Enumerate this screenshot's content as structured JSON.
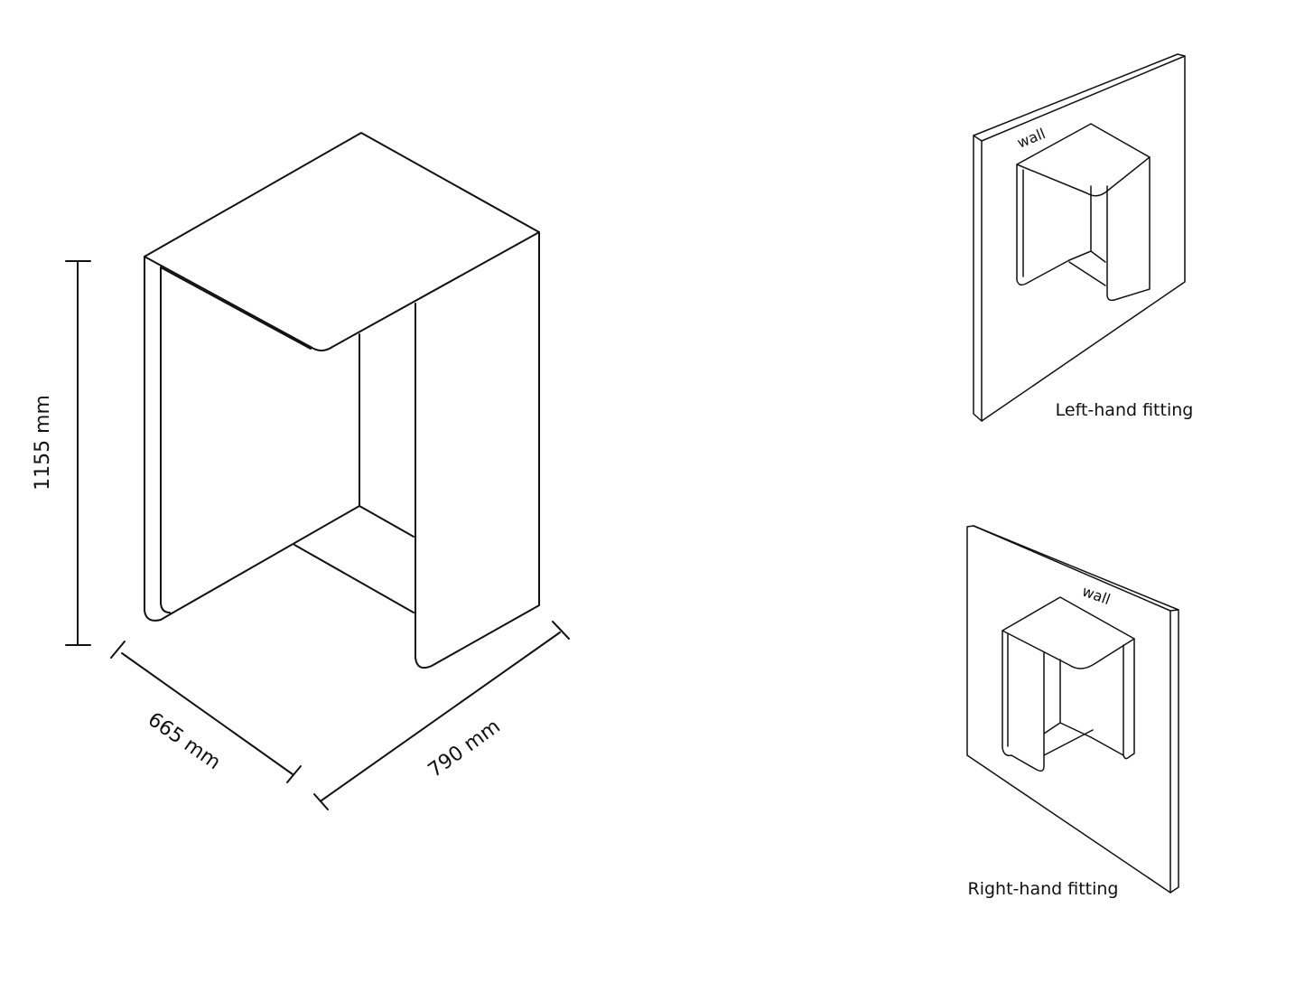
{
  "dimensions": {
    "height": "1155 mm",
    "depth": "665 mm",
    "width": "790 mm"
  },
  "views": {
    "left_hand": {
      "caption": "Left-hand fitting",
      "wall_label": "wall"
    },
    "right_hand": {
      "caption": "Right-hand fitting",
      "wall_label": "wall"
    }
  }
}
